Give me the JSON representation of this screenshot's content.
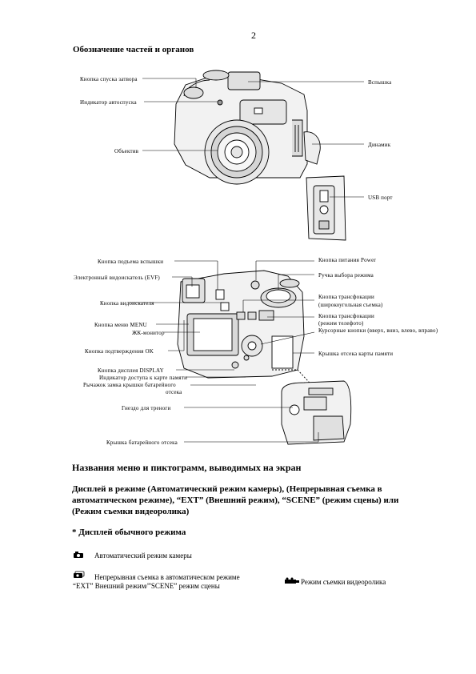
{
  "page_number": "2",
  "heading": "Обозначение частей и органов",
  "top_labels": {
    "shutter": "Кнопка спуска затвора",
    "self_timer": "Индикатор автоспуска",
    "lens": "Объектив",
    "flash": "Вспышка",
    "speaker": "Динамик",
    "usb": "USB порт"
  },
  "back_labels": {
    "flash_up": "Кнопка подъема вспышки",
    "evf": "Электронный видоискатель (EVF)",
    "viewfinder_btn": "Кнопка видоискателя",
    "menu": "Кнопка меню MENU",
    "lcd": "ЖК-монитор",
    "ok": "Кнопка подтверждения OK",
    "display": "Кнопка дисплея DISPLAY",
    "mem_ind": "Индикатор доступа к карте памяти",
    "lock": "Рычажок замка крышки батарейного",
    "lock2": "отсека",
    "tripod": "Гнездо для треноги",
    "battery_cover": "Крышка батарейного отсека",
    "power": "Кнопка питания Power",
    "mode_dial": "Ручка выбора режима",
    "zoom_wide": "Кнопка трансфокации",
    "zoom_wide2": "(широкоугольная съемка)",
    "zoom_tele": "Кнопка трансфокации",
    "zoom_tele2": "(режим телефото)",
    "cursor": "Курсорные кнопки (вверх, вниз, влево, вправо)",
    "card_cover": "Крышка отсека карты памяти"
  },
  "section_title": "Названия меню и пиктограмм, выводимых на экран",
  "display_paragraph": "Дисплей в режиме  (Автоматический режим камеры),  (Непрерывная съемка в автоматическом режиме), “EXT” (Внешний режим), “SCENE” (режим сцены) или  (Режим съемки видеоролика)",
  "normal_display_title": "* Дисплей обычного режима",
  "modes": {
    "auto": "Автоматический режим камеры",
    "burst1": "Непрерывная съемка в автоматическом режиме",
    "burst2": "“EXT” Внешний режим/”SCENE” режим сцены",
    "movie": "Режим съемки видеоролика"
  },
  "colors": {
    "line": "#000000",
    "body": "#f2f2f2",
    "shade": "#bfbfbf"
  },
  "icons": [
    "camera-auto-icon",
    "burst-icon",
    "movie-icon"
  ]
}
